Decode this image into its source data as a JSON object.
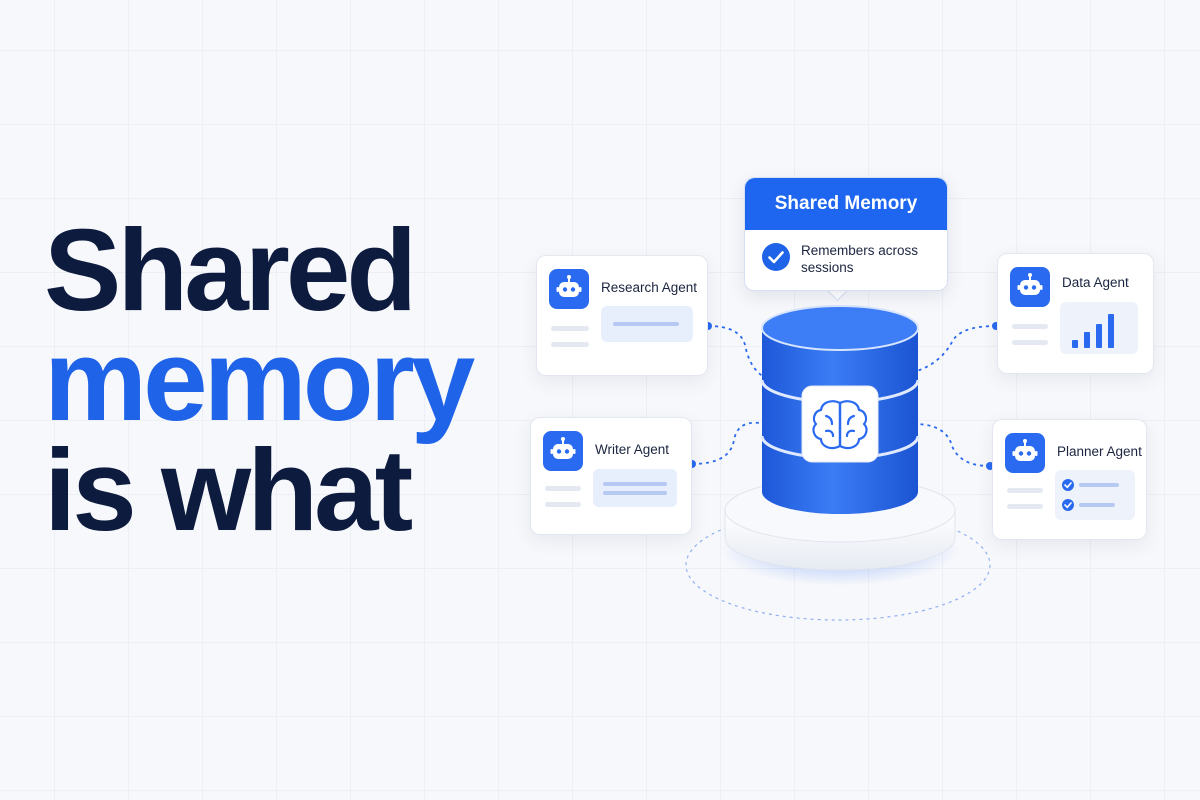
{
  "headline": {
    "line1": "Shared",
    "line2": "memory",
    "line3": "is what"
  },
  "memory": {
    "title": "Shared Memory",
    "note": "Remembers across sessions",
    "icon": "brain-icon"
  },
  "agents": {
    "research": {
      "title": "Research Agent",
      "icon": "robot-icon"
    },
    "writer": {
      "title": "Writer Agent",
      "icon": "robot-icon"
    },
    "data": {
      "title": "Data Agent",
      "icon": "robot-icon"
    },
    "planner": {
      "title": "Planner Agent",
      "icon": "robot-icon"
    }
  },
  "colors": {
    "accent": "#1f63e8",
    "dark_text": "#0d1b3e",
    "background": "#f7f8fb"
  }
}
